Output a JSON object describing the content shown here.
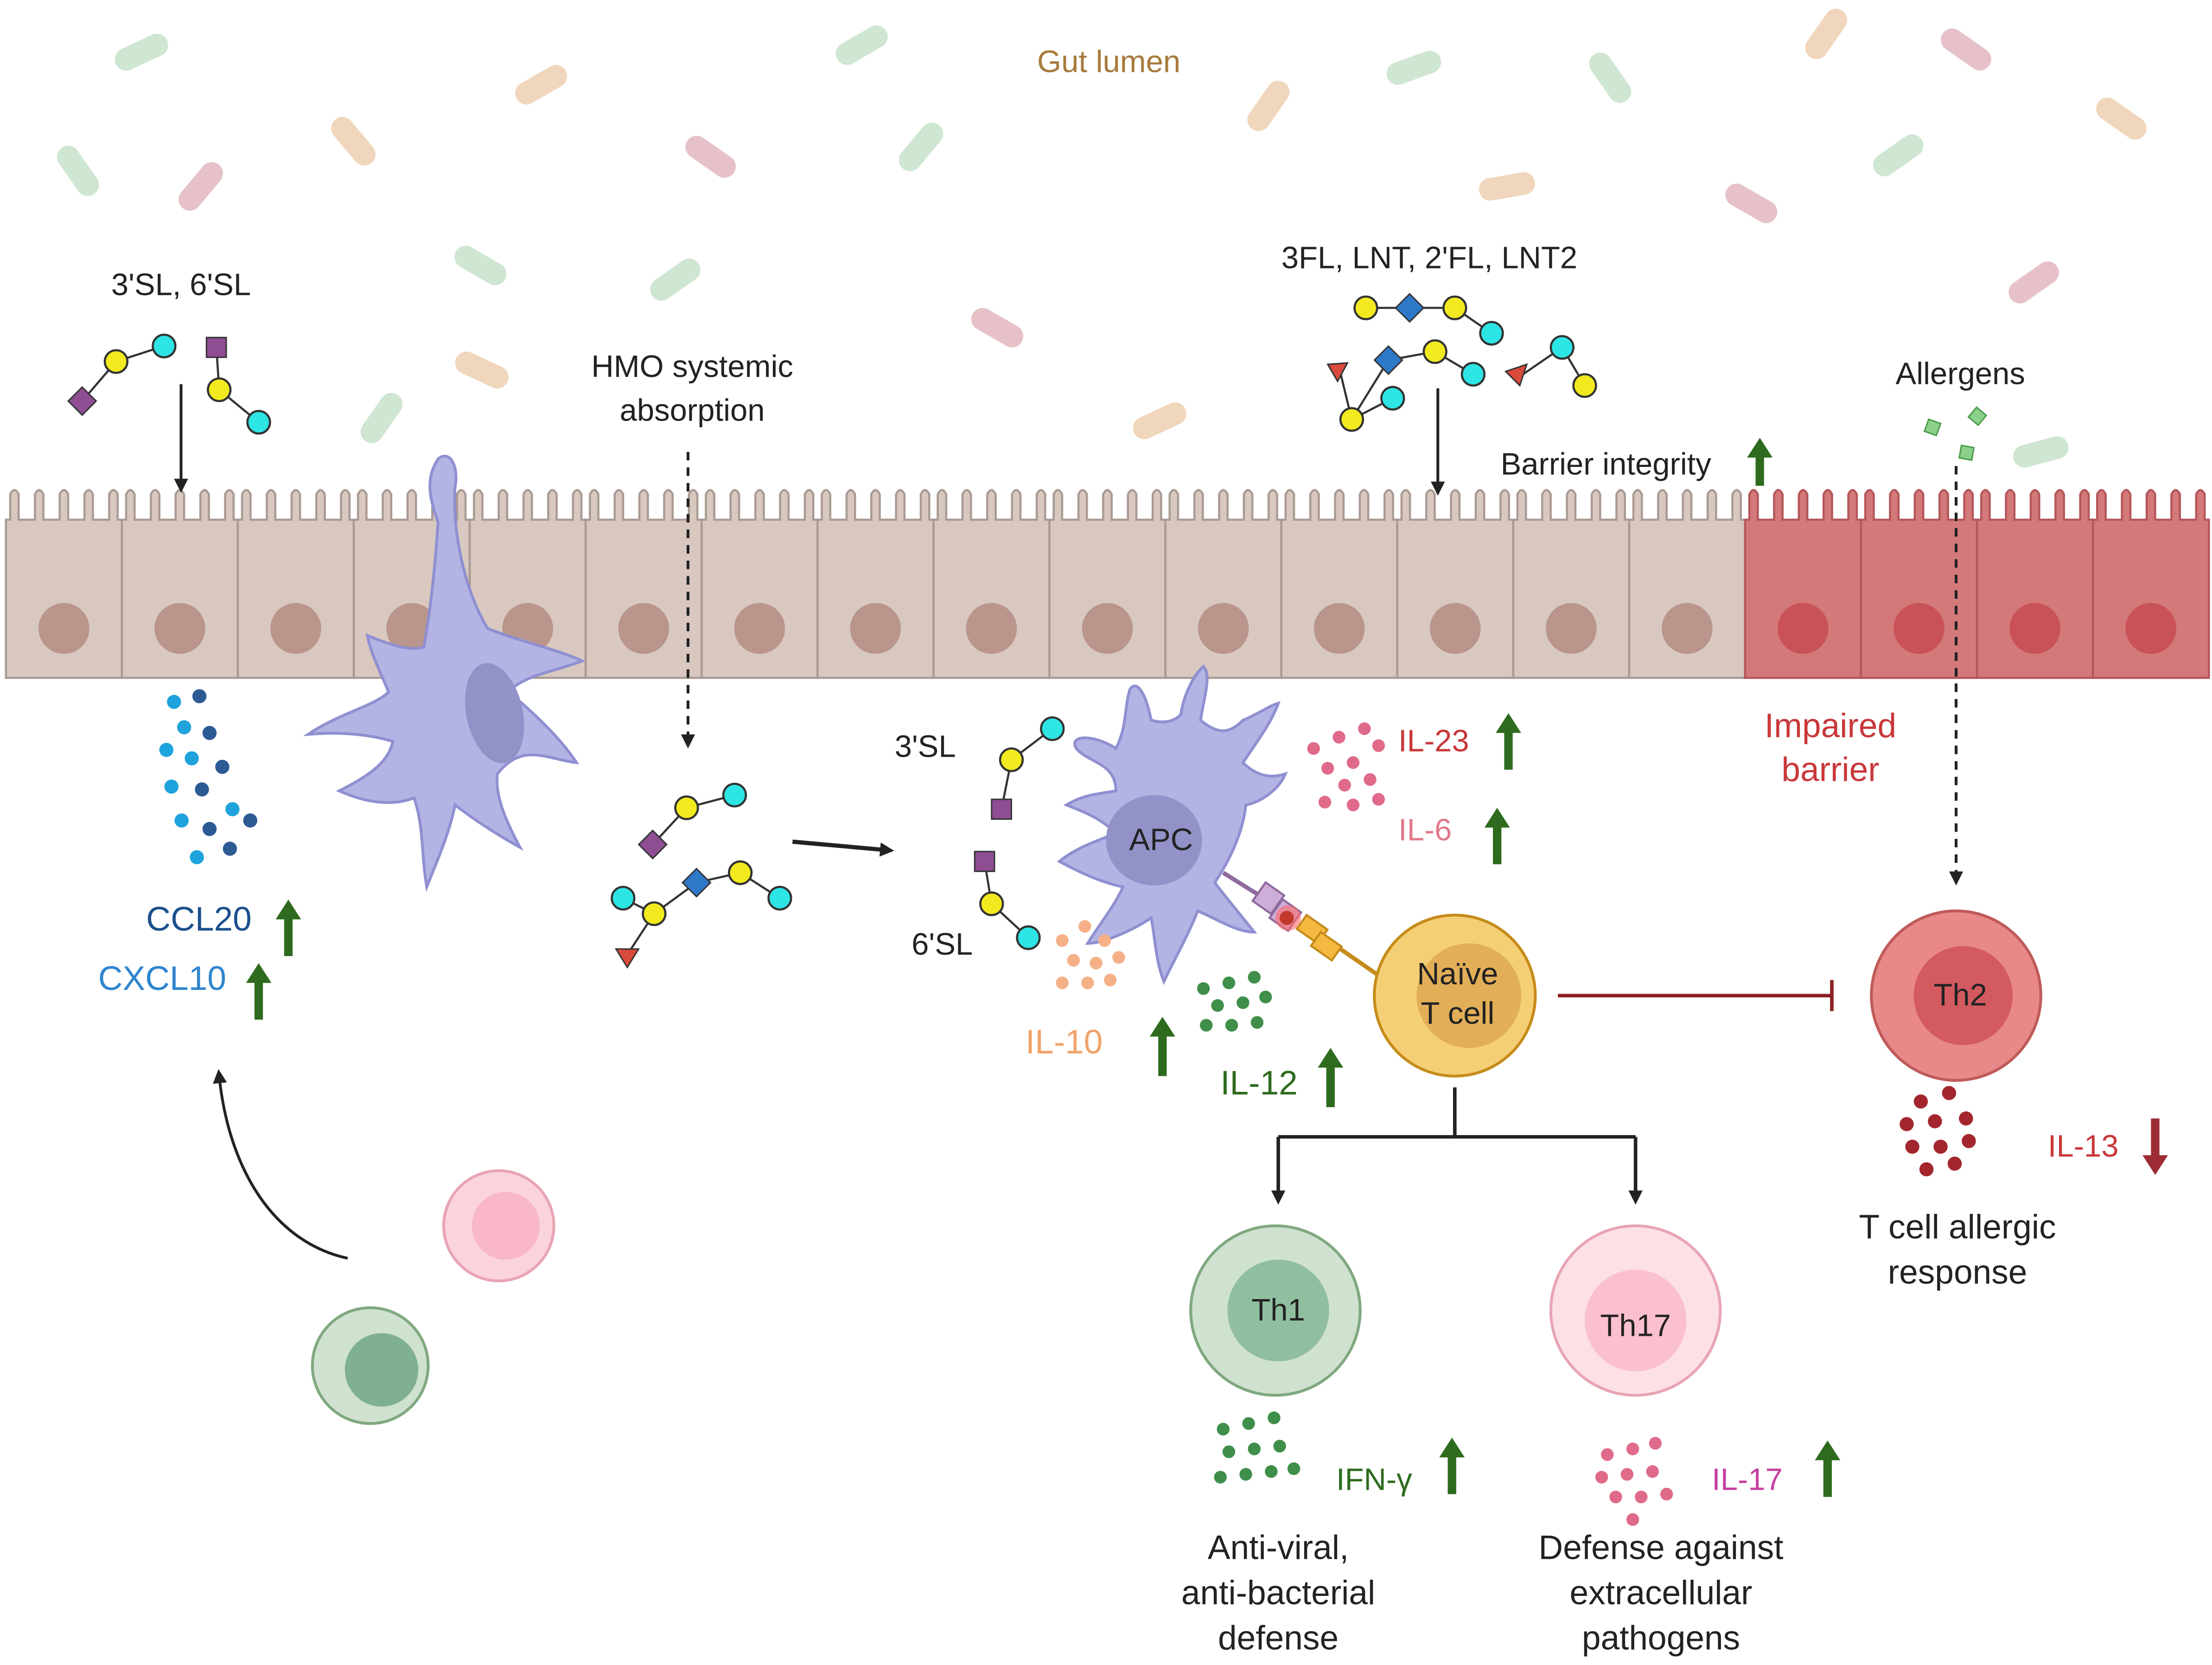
{
  "title": "",
  "labels": {
    "gut_lumen": "Gut lumen",
    "sl_top": "3'SL, 6'SL",
    "hmo_absorption_1": "HMO systemic",
    "hmo_absorption_2": "absorption",
    "fl_group": "3FL, LNT, 2'FL, LNT2",
    "barrier_integrity": "Barrier integrity",
    "allergens": "Allergens",
    "impaired_1": "Impaired",
    "impaired_2": "barrier",
    "sl3": "3'SL",
    "sl6": "6'SL",
    "apc": "APC",
    "il23": "IL-23",
    "il6": "IL-6",
    "il10": "IL-10",
    "il12": "IL-12",
    "naive_1": "Naïve",
    "naive_2": "T cell",
    "th2": "Th2",
    "il13": "IL-13",
    "allergic_1": "T cell allergic",
    "allergic_2": "response",
    "ccl20": "CCL20",
    "cxcl10": "CXCL10",
    "th1": "Th1",
    "th17": "Th17",
    "ifng": "IFN-γ",
    "il17": "IL-17",
    "th1_fn_1": "Anti-viral,",
    "th1_fn_2": "anti-bacterial",
    "th1_fn_3": "defense",
    "th17_fn_1": "Defense against",
    "th17_fn_2": "extracellular",
    "th17_fn_3": "pathogens"
  },
  "colors": {
    "healthy_epithelium": "#d8c8c0",
    "impaired_epithelium": "#d4797a",
    "dendritic_cell": "#b4b4e4",
    "naive_t_cell": "#f5cf75",
    "th2": "#e07a7a",
    "th1": "#c8ddc8",
    "th17": "#fbd3dd",
    "up_arrow": "#2e6b1f",
    "down_arrow": "#9c2b34",
    "inhibition": "#8b1f24",
    "gut_lumen_text": "#a77a3c"
  },
  "icons": {
    "galactose": "yellow-circle",
    "glucose": "cyan-circle",
    "sialic_acid": "purple-diamond",
    "glcnac": "blue-square",
    "fucose": "red-triangle",
    "up": "up-arrow-icon",
    "down": "down-arrow-icon"
  }
}
